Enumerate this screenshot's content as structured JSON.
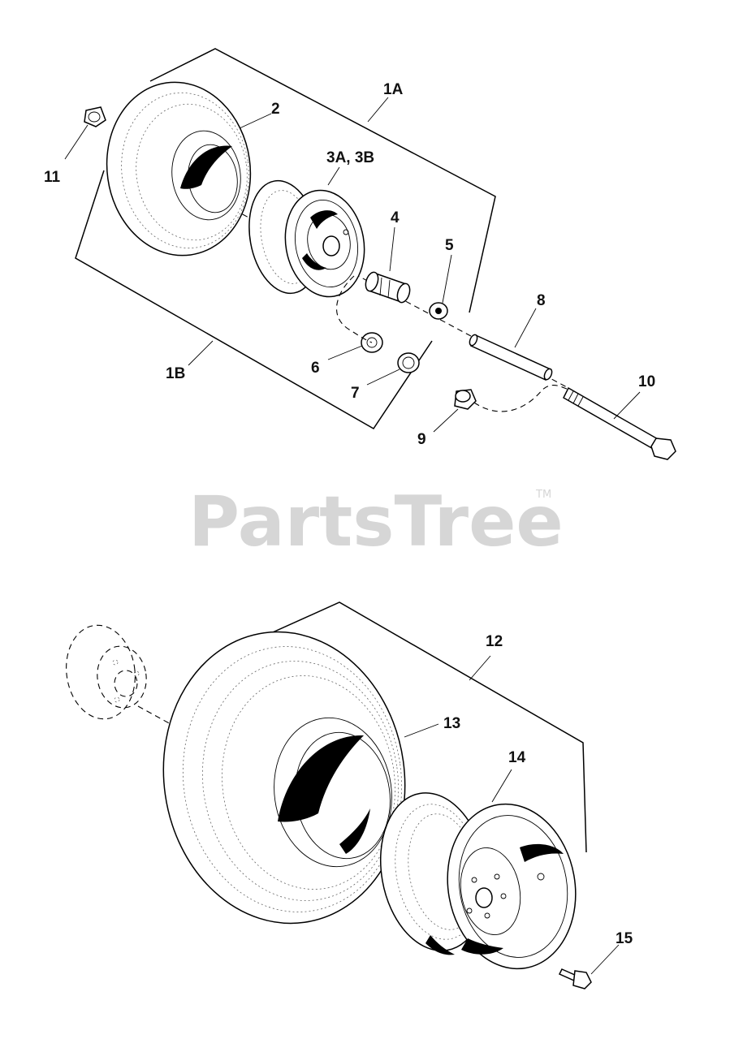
{
  "watermark": {
    "text": "PartsTree",
    "trademark": "TM"
  },
  "callouts": {
    "c1A": "1A",
    "c1B": "1B",
    "c2": "2",
    "c3": "3A, 3B",
    "c4": "4",
    "c5": "5",
    "c6": "6",
    "c7": "7",
    "c8": "8",
    "c9": "9",
    "c10": "10",
    "c11": "11",
    "c12": "12",
    "c13": "13",
    "c14": "14",
    "c15": "15"
  }
}
